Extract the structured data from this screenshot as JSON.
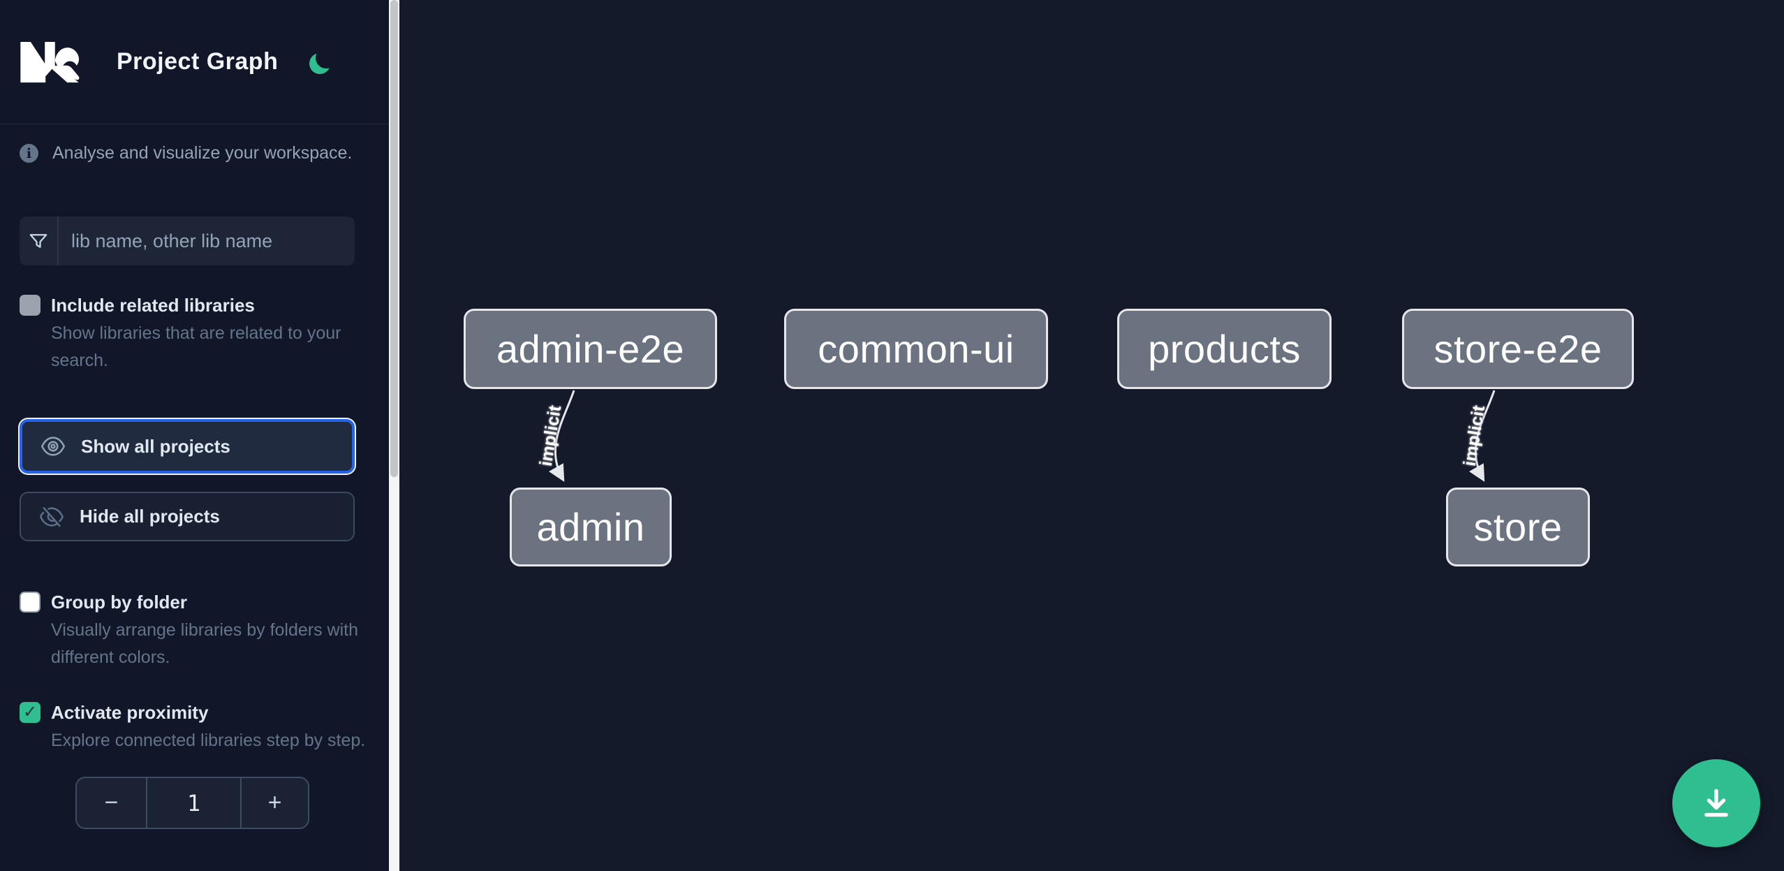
{
  "app": {
    "title": "Project Graph"
  },
  "sidebar": {
    "tagline": "Analyse and visualize your workspace.",
    "search_placeholder": "lib name, other lib name",
    "include_related": {
      "label": "Include related libraries",
      "description": "Show libraries that are related to your search.",
      "checked": false
    },
    "show_all_label": "Show all projects",
    "hide_all_label": "Hide all projects",
    "group_by_folder": {
      "label": "Group by folder",
      "description": "Visually arrange libraries by folders with different colors.",
      "checked": false
    },
    "proximity": {
      "label": "Activate proximity",
      "description": "Explore connected libraries step by step.",
      "checked": true
    },
    "stepper": {
      "decrement": "−",
      "value": "1",
      "increment": "+"
    }
  },
  "graph": {
    "nodes": [
      {
        "label": "admin-e2e"
      },
      {
        "label": "common-ui"
      },
      {
        "label": "products"
      },
      {
        "label": "store-e2e"
      },
      {
        "label": "admin"
      },
      {
        "label": "store"
      }
    ],
    "edges": [
      {
        "source": "admin-e2e",
        "target": "admin",
        "label": "implicit"
      },
      {
        "source": "store-e2e",
        "target": "store",
        "label": "implicit"
      }
    ]
  },
  "colors": {
    "accent_blue": "#2563eb",
    "brand_green": "#2fbe8f",
    "node_fill": "#6b7280",
    "node_border": "#e5e7eb",
    "sidebar_bg": "#111728",
    "canvas_bg": "#141a2a"
  }
}
